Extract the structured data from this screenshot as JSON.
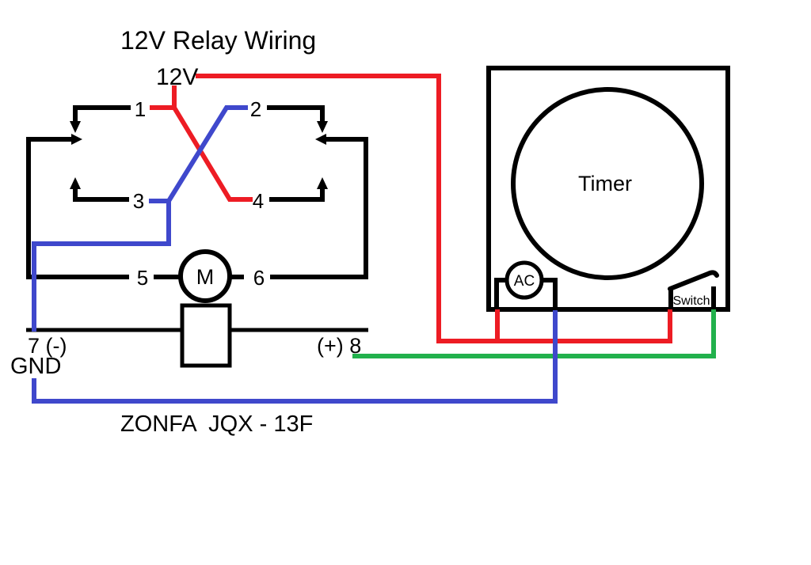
{
  "title": "12V Relay Wiring",
  "power": {
    "supply_label": "12V",
    "ground_label": "GND"
  },
  "relay": {
    "model": "ZONFA  JQX - 13F",
    "motor_label": "M",
    "pins": {
      "p1": "1",
      "p2": "2",
      "p3": "3",
      "p4": "4",
      "p5": "5",
      "p6": "6",
      "p7": "7 (-)",
      "p8": "(+) 8"
    }
  },
  "timer_unit": {
    "name": "Timer",
    "ac_label": "AC",
    "switch_label": "Switch"
  },
  "wire_colors": {
    "positive": "#ED1C24",
    "ground": "#3F48CC",
    "switched": "#22B14C",
    "contacts": "#000000"
  }
}
